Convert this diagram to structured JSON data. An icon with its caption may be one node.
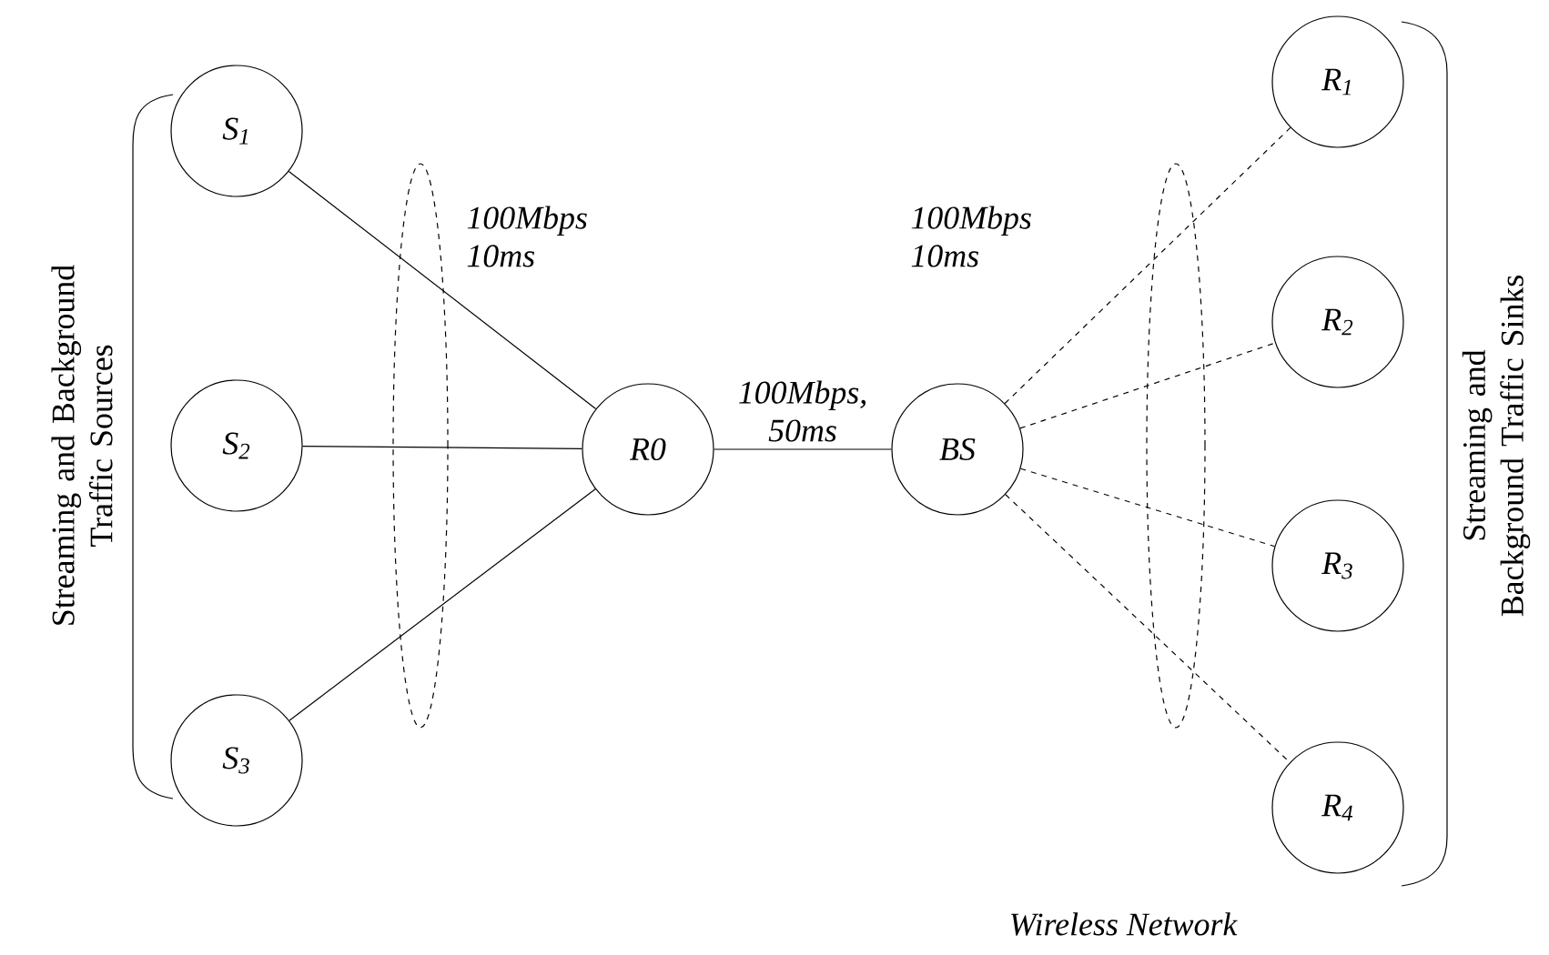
{
  "diagram": {
    "nodes": [
      {
        "text": [
          "S$_{1}$"
        ]
      },
      {
        "text": [
          "S$_{2}$"
        ]
      },
      {
        "text": [
          "S$_{3}$"
        ]
      },
      {
        "text": [
          "R0"
        ]
      },
      {
        "text": [
          "BS"
        ]
      },
      {
        "text": [
          "R$_{1}$"
        ]
      },
      {
        "text": [
          "R$_{2}$"
        ]
      },
      {
        "text": [
          "R$_{3}$"
        ]
      },
      {
        "text": [
          "R$_{4}$"
        ]
      }
    ],
    "edges": [
      {
        "from": 0,
        "to": 3,
        "arrow": "none"
      },
      {
        "from": 1,
        "to": 3,
        "arrow": "none"
      },
      {
        "from": 2,
        "to": 3,
        "arrow": "none"
      },
      {
        "from": 3,
        "to": 4,
        "arrow": "none",
        "label": "100Mbps, 50ms"
      },
      {
        "from": 4,
        "to": 5,
        "arrow": "none",
        "style": "dashed"
      },
      {
        "from": 4,
        "to": 6,
        "arrow": "none",
        "style": "dashed"
      },
      {
        "from": 4,
        "to": 7,
        "arrow": "none",
        "style": "dashed"
      },
      {
        "from": 4,
        "to": 8,
        "arrow": "none",
        "style": "dashed"
      }
    ],
    "labels": [
      "Streaming and Background Traffic Sources",
      "100Mbps 10ms",
      "100Mbps 10ms",
      "Streaming and Background Traffic Sinks",
      "Wireless Network"
    ]
  }
}
